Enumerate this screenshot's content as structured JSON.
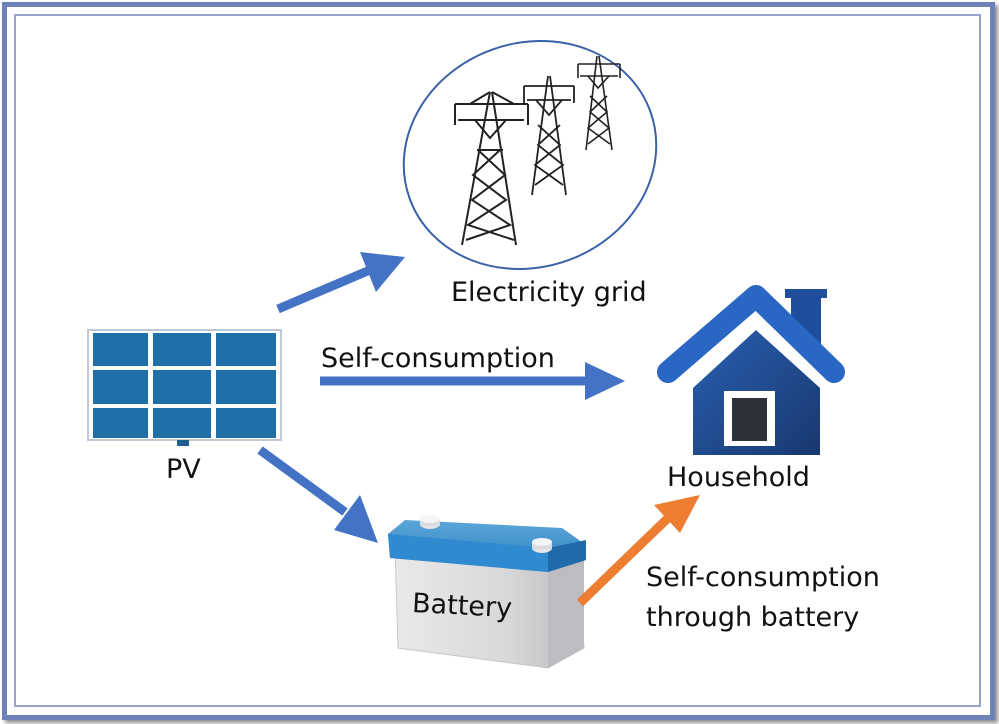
{
  "colors": {
    "arrow_blue": "#4472c4",
    "arrow_orange": "#ed7d31",
    "house_blue": "#1f4e9c",
    "panel_blue": "#1f6fa8",
    "frame": "#6e82b8"
  },
  "labels": {
    "grid": "Electricity grid",
    "self_consumption": "Self-consumption",
    "pv": "PV",
    "household": "Household",
    "battery": "Battery",
    "self_consumption_battery_line1": "Self-consumption",
    "self_consumption_battery_line2": "through battery"
  },
  "icons": [
    "solar-panel-icon",
    "transmission-tower-icon",
    "house-icon",
    "battery-icon"
  ]
}
